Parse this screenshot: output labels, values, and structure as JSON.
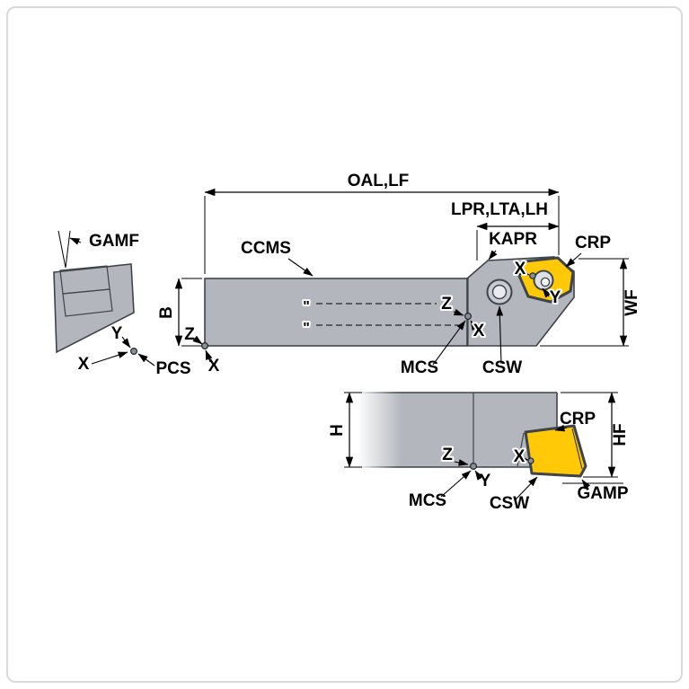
{
  "colors": {
    "body_fill": "#b3b7bd",
    "body_edge": "#3f444a",
    "insert_fill": "#ffc908",
    "hole_fill": "#c7cbd1",
    "hole_inner_fill": "#e9ebee",
    "dim_color": "#000000"
  },
  "end_view": {
    "gamf": "GAMF",
    "y_axis": "Y",
    "x_axis": "X",
    "pcs": "PCS"
  },
  "side_view": {
    "oal": "OAL,LF",
    "lpr": "LPR,LTA,LH",
    "ccms": "CCMS",
    "kapr": "KAPR",
    "crp": "CRP",
    "b": "B",
    "wf": "WF",
    "z_origin": "Z",
    "x_origin": "X",
    "ditto_upper": "\"",
    "ditto_lower": "\"",
    "z_ref": "Z",
    "x_ref": "X",
    "x_tip": "X",
    "y_tip": "Y",
    "mcs": "MCS",
    "csw": "CSW"
  },
  "top_view": {
    "h": "H",
    "hf": "HF",
    "crp": "CRP",
    "z_axis": "Z",
    "y_axis": "Y",
    "x_axis": "X",
    "mcs": "MCS",
    "csw": "CSW",
    "gamp": "GAMP"
  }
}
